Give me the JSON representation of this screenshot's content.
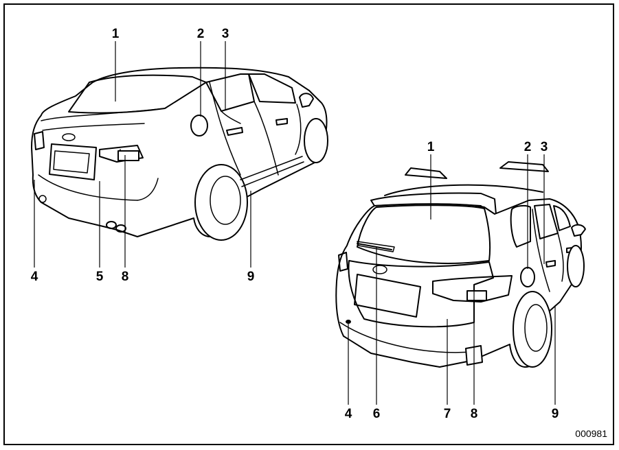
{
  "figure_code": "000981",
  "sedan": {
    "labels": [
      "1",
      "2",
      "3",
      "4",
      "5",
      "8",
      "9"
    ]
  },
  "wagon": {
    "labels": [
      "1",
      "2",
      "3",
      "4",
      "6",
      "7",
      "8",
      "9"
    ]
  }
}
